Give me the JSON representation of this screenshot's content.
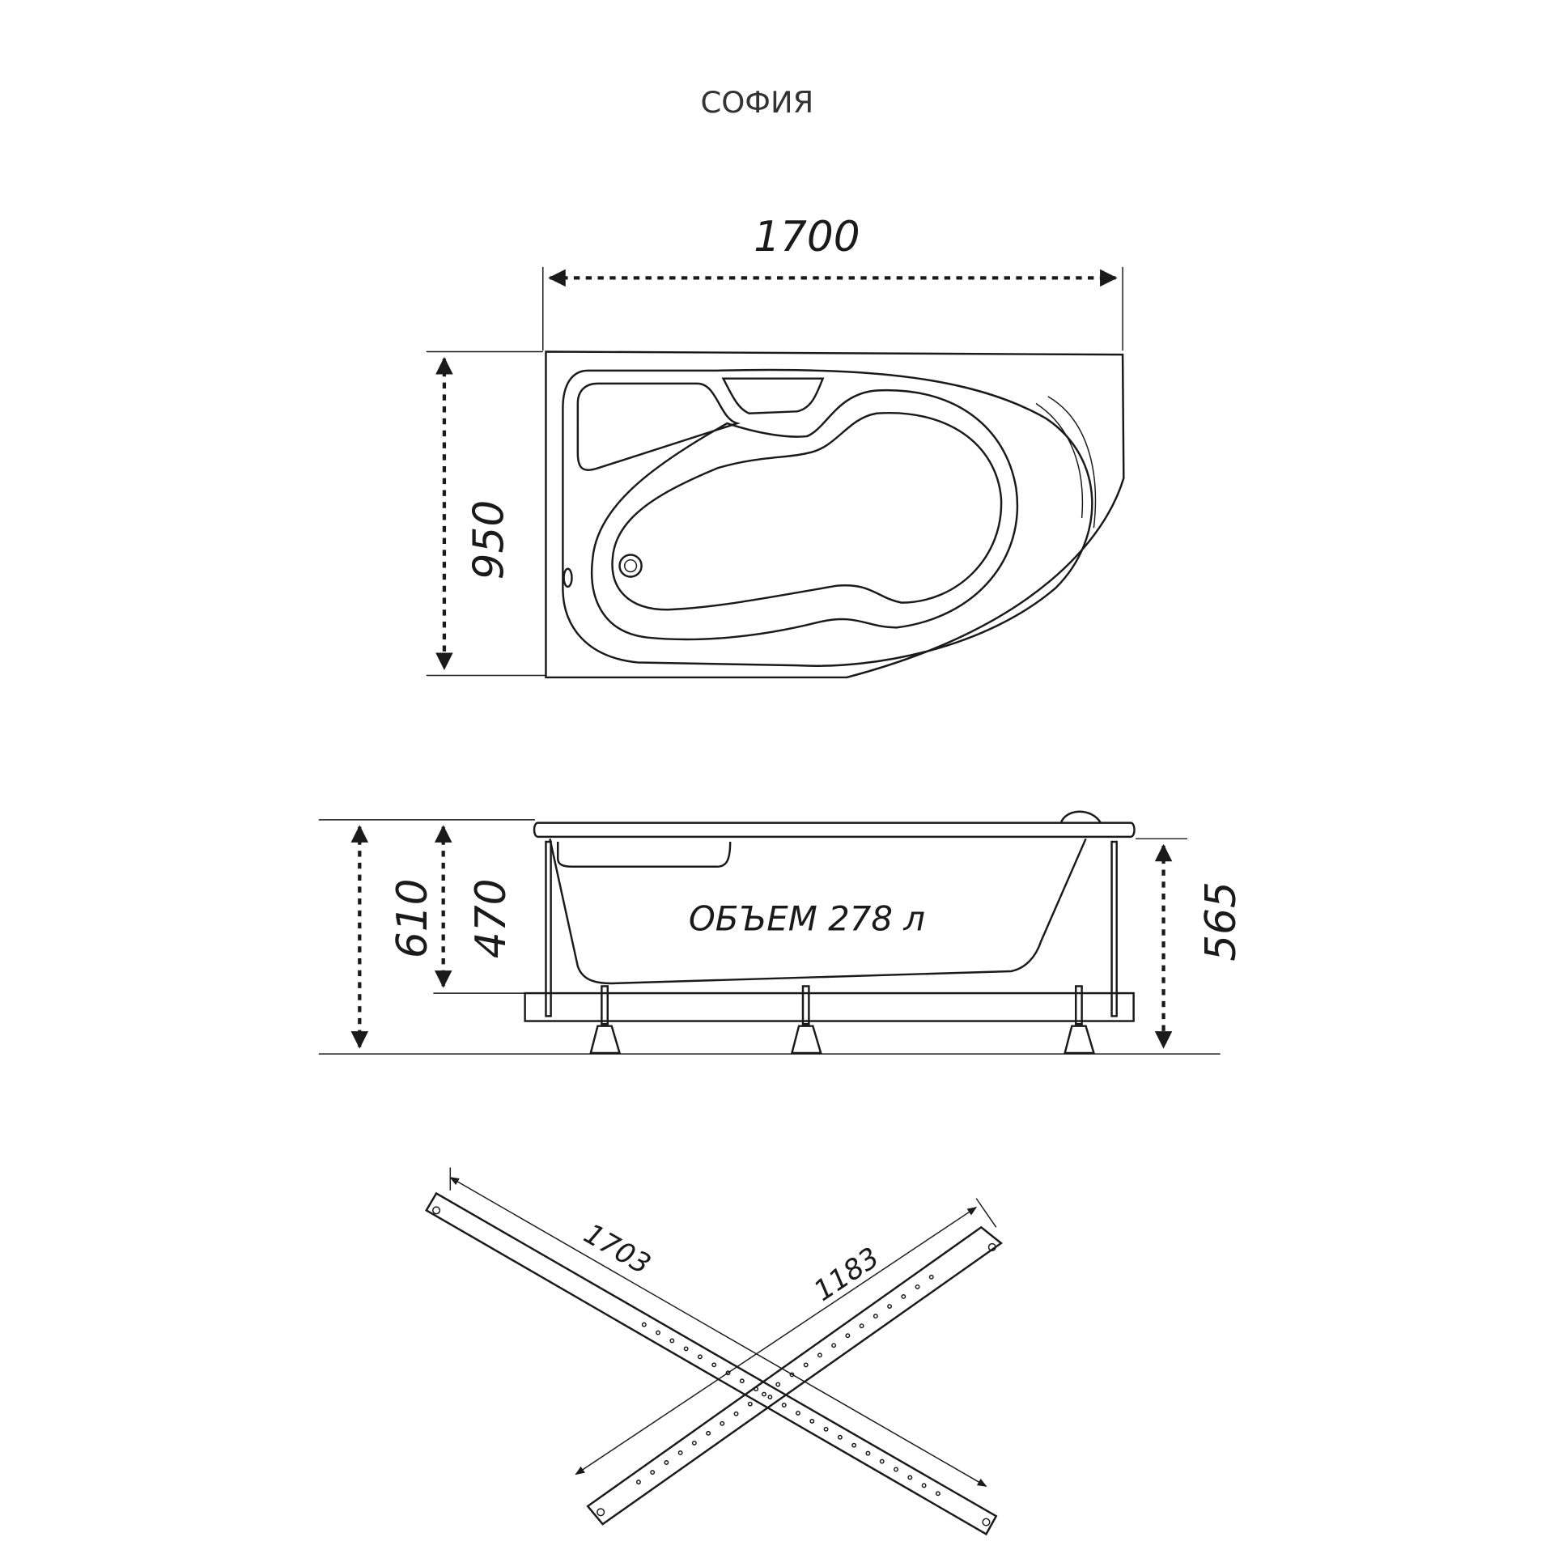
{
  "title": "СОФИЯ",
  "top_view": {
    "width_label": "1700",
    "depth_label": "950"
  },
  "side_view": {
    "total_height_label": "610",
    "bowl_height_label": "470",
    "frame_height_label": "565",
    "volume_label": "ОБЪЕМ 278 л"
  },
  "frame_view": {
    "long_bar_label": "1703",
    "short_bar_label": "1183"
  }
}
